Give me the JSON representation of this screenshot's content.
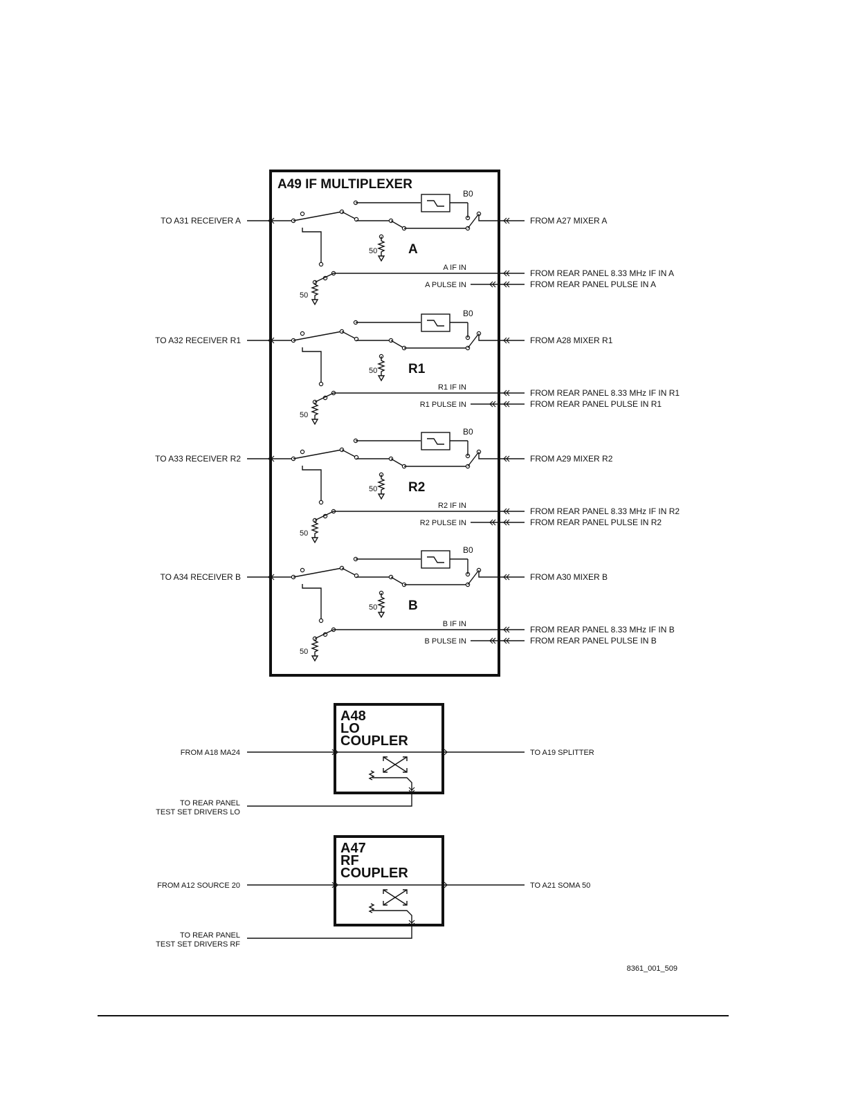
{
  "multiplexer": {
    "title": "A49 IF MULTIPLEXER",
    "channels": [
      {
        "letter": "A",
        "filter_label": "B0",
        "resistor_upper": "50",
        "resistor_lower": "50",
        "if_in_label": "A IF IN",
        "pulse_in_label": "A PULSE IN",
        "to_receiver": "TO A31 RECEIVER A",
        "from_mixer": "FROM A27 MIXER A",
        "from_if_in": "FROM REAR PANEL 8.33 MHz IF IN A",
        "from_pulse_in": "FROM REAR PANEL PULSE IN A"
      },
      {
        "letter": "R1",
        "filter_label": "B0",
        "resistor_upper": "50",
        "resistor_lower": "50",
        "if_in_label": "R1 IF IN",
        "pulse_in_label": "R1 PULSE IN",
        "to_receiver": "TO A32 RECEIVER R1",
        "from_mixer": "FROM A28 MIXER R1",
        "from_if_in": "FROM REAR PANEL 8.33 MHz IF IN R1",
        "from_pulse_in": "FROM REAR PANEL PULSE IN R1"
      },
      {
        "letter": "R2",
        "filter_label": "B0",
        "resistor_upper": "50",
        "resistor_lower": "50",
        "if_in_label": "R2 IF IN",
        "pulse_in_label": "R2 PULSE IN",
        "to_receiver": "TO A33 RECEIVER R2",
        "from_mixer": "FROM A29 MIXER R2",
        "from_if_in": "FROM REAR PANEL 8.33 MHz IF IN R2",
        "from_pulse_in": "FROM REAR PANEL PULSE IN R2"
      },
      {
        "letter": "B",
        "filter_label": "B0",
        "resistor_upper": "50",
        "resistor_lower": "50",
        "if_in_label": "B IF IN",
        "pulse_in_label": "B PULSE IN",
        "to_receiver": "TO A34 RECEIVER B",
        "from_mixer": "FROM A30 MIXER B",
        "from_if_in": "FROM REAR PANEL 8.33 MHz IF IN B",
        "from_pulse_in": "FROM REAR PANEL PULSE IN B"
      }
    ]
  },
  "lo_coupler": {
    "title_lines": [
      "A48",
      "LO",
      "COUPLER"
    ],
    "input_label": "FROM A18 MA24",
    "output_label": "TO A19 SPLITTER",
    "tap_label_lines": [
      "TO REAR PANEL",
      "TEST SET DRIVERS LO"
    ]
  },
  "rf_coupler": {
    "title_lines": [
      "A47",
      "RF",
      "COUPLER"
    ],
    "input_label": "FROM A12 SOURCE 20",
    "output_label": "TO A21 SOMA 50",
    "tap_label_lines": [
      "TO REAR PANEL",
      "TEST SET DRIVERS RF"
    ]
  },
  "figure_id": "8361_001_509"
}
